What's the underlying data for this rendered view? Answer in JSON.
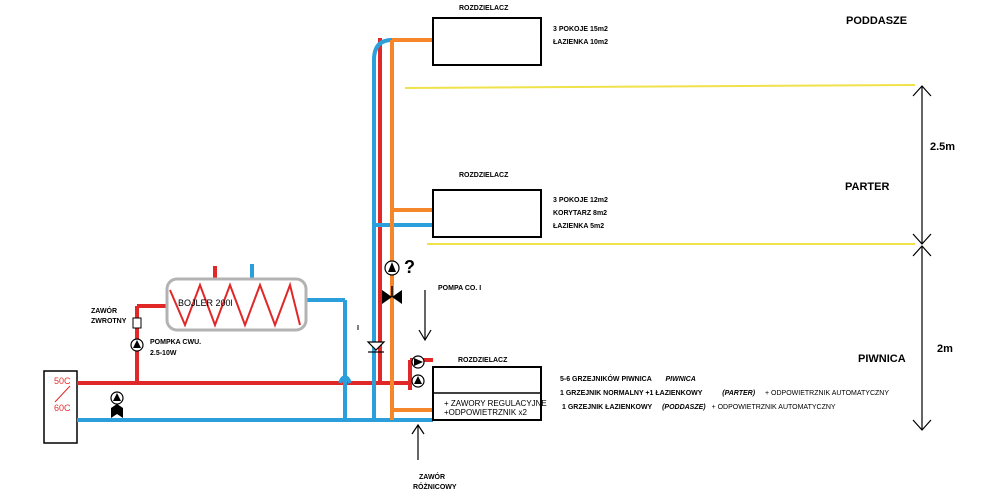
{
  "colors": {
    "hot": "#e02828",
    "cold": "#2a9fdc",
    "orange": "#f5862a",
    "floor_line": "#f0e24a"
  },
  "floors": {
    "attic": "PODDASZE",
    "ground": "PARTER",
    "basement": "PIWNICA",
    "dim_upper": "2.5m",
    "dim_lower": "2m"
  },
  "manifolds": {
    "top_label": "ROZDZIELACZ",
    "top_rooms": [
      "3 POKOJE 15m2",
      "ŁAZIENKA 10m2"
    ],
    "mid_label": "ROZDZIELACZ",
    "mid_rooms": [
      "3 POKOJE 12m2",
      "KORYTARZ 8m2",
      "ŁAZIENKA 5m2"
    ],
    "bottom_label": "ROZDZIELACZ",
    "bottom_box_lines": [
      "+ ZAWORY REGULACYJNE",
      "+ODPOWIETRZNIK x2"
    ]
  },
  "basement_notes": {
    "line1": "5-6 GRZEJNIKÓW PIWNICA",
    "line1_tag": "PIWNICA",
    "line2": "1 GRZEJNIK NORMALNY +1 ŁAZIENKOWY",
    "line2_tag": "(PARTER)",
    "line2_extra": "+ ODPOWIETRZNIK AUTOMATYCZNY",
    "line3": "1 GRZEJNIK ŁAZIENKOWY",
    "line3_tag": "(PODDASZE)",
    "line3_extra": "+ ODPOWIETRZNIK AUTOMATYCZNY"
  },
  "components": {
    "boiler": "BOJLER 200l",
    "check_valve_line1": "ZAWÓR",
    "check_valve_line2": "ZWROTNY",
    "dhw_pump_line1": "POMPKA CWU.",
    "dhw_pump_line2": "2.5-10W",
    "pump_co": "POMPA CO. I",
    "diff_valve_line1": "ZAWÓR",
    "diff_valve_line2": "RÓŻNICOWY",
    "question": "?",
    "temp_supply": "50C",
    "temp_return": "60C"
  }
}
